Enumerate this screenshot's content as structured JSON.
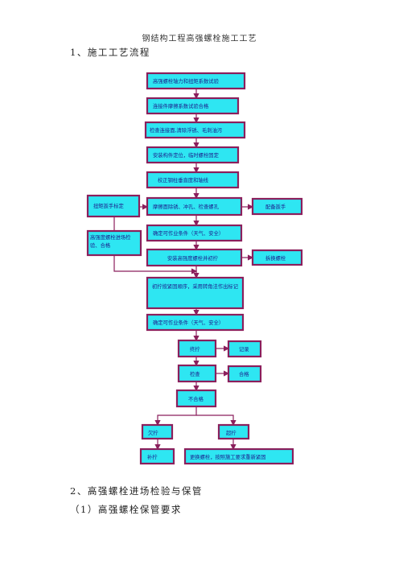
{
  "document": {
    "title": "钢结构工程高强螺栓施工工艺",
    "section1": "1、施工工艺流程",
    "section2": "2、高强螺栓进场检验与保管",
    "subsection": "（1）高强螺栓保管要求"
  },
  "flowchart": {
    "steps": {
      "s1": "高强螺栓轴力和扭矩系数试验",
      "s2": "连接件摩擦系数试验合格",
      "s3": "检查连接面,清除浮锈、毛刺油污",
      "s4": "安装构件定位，临时螺栓固定",
      "s5": "校正钢柱垂直度和轴线",
      "s6": "摩擦面除锈、冲孔、检查螺孔",
      "s7": "确定可作业条件（天气、安全）",
      "s8": "安装高强度螺栓并初拧",
      "s9": "初拧按紧固顺序，采用转角法作出标记",
      "s10": "确定可作业条件（天气、安全）",
      "s11": "终拧",
      "s12": "检查",
      "s13": "不合格",
      "s14": "欠拧",
      "s15": "超拧",
      "s16": "补拧"
    },
    "side": {
      "left1": "扭矩扳手标定",
      "left2": "高强度螺栓进场检验、合格",
      "right1": "配备扳手",
      "right2": "拆换螺栓",
      "right3": "记录",
      "right4": "合格",
      "bottom_right": "更换螺栓，按照施工要求重新紧固"
    },
    "colors": {
      "box_fill": "#2ee6f2",
      "box_border": "#8b1f5c",
      "text": "#1c1c8c"
    }
  }
}
